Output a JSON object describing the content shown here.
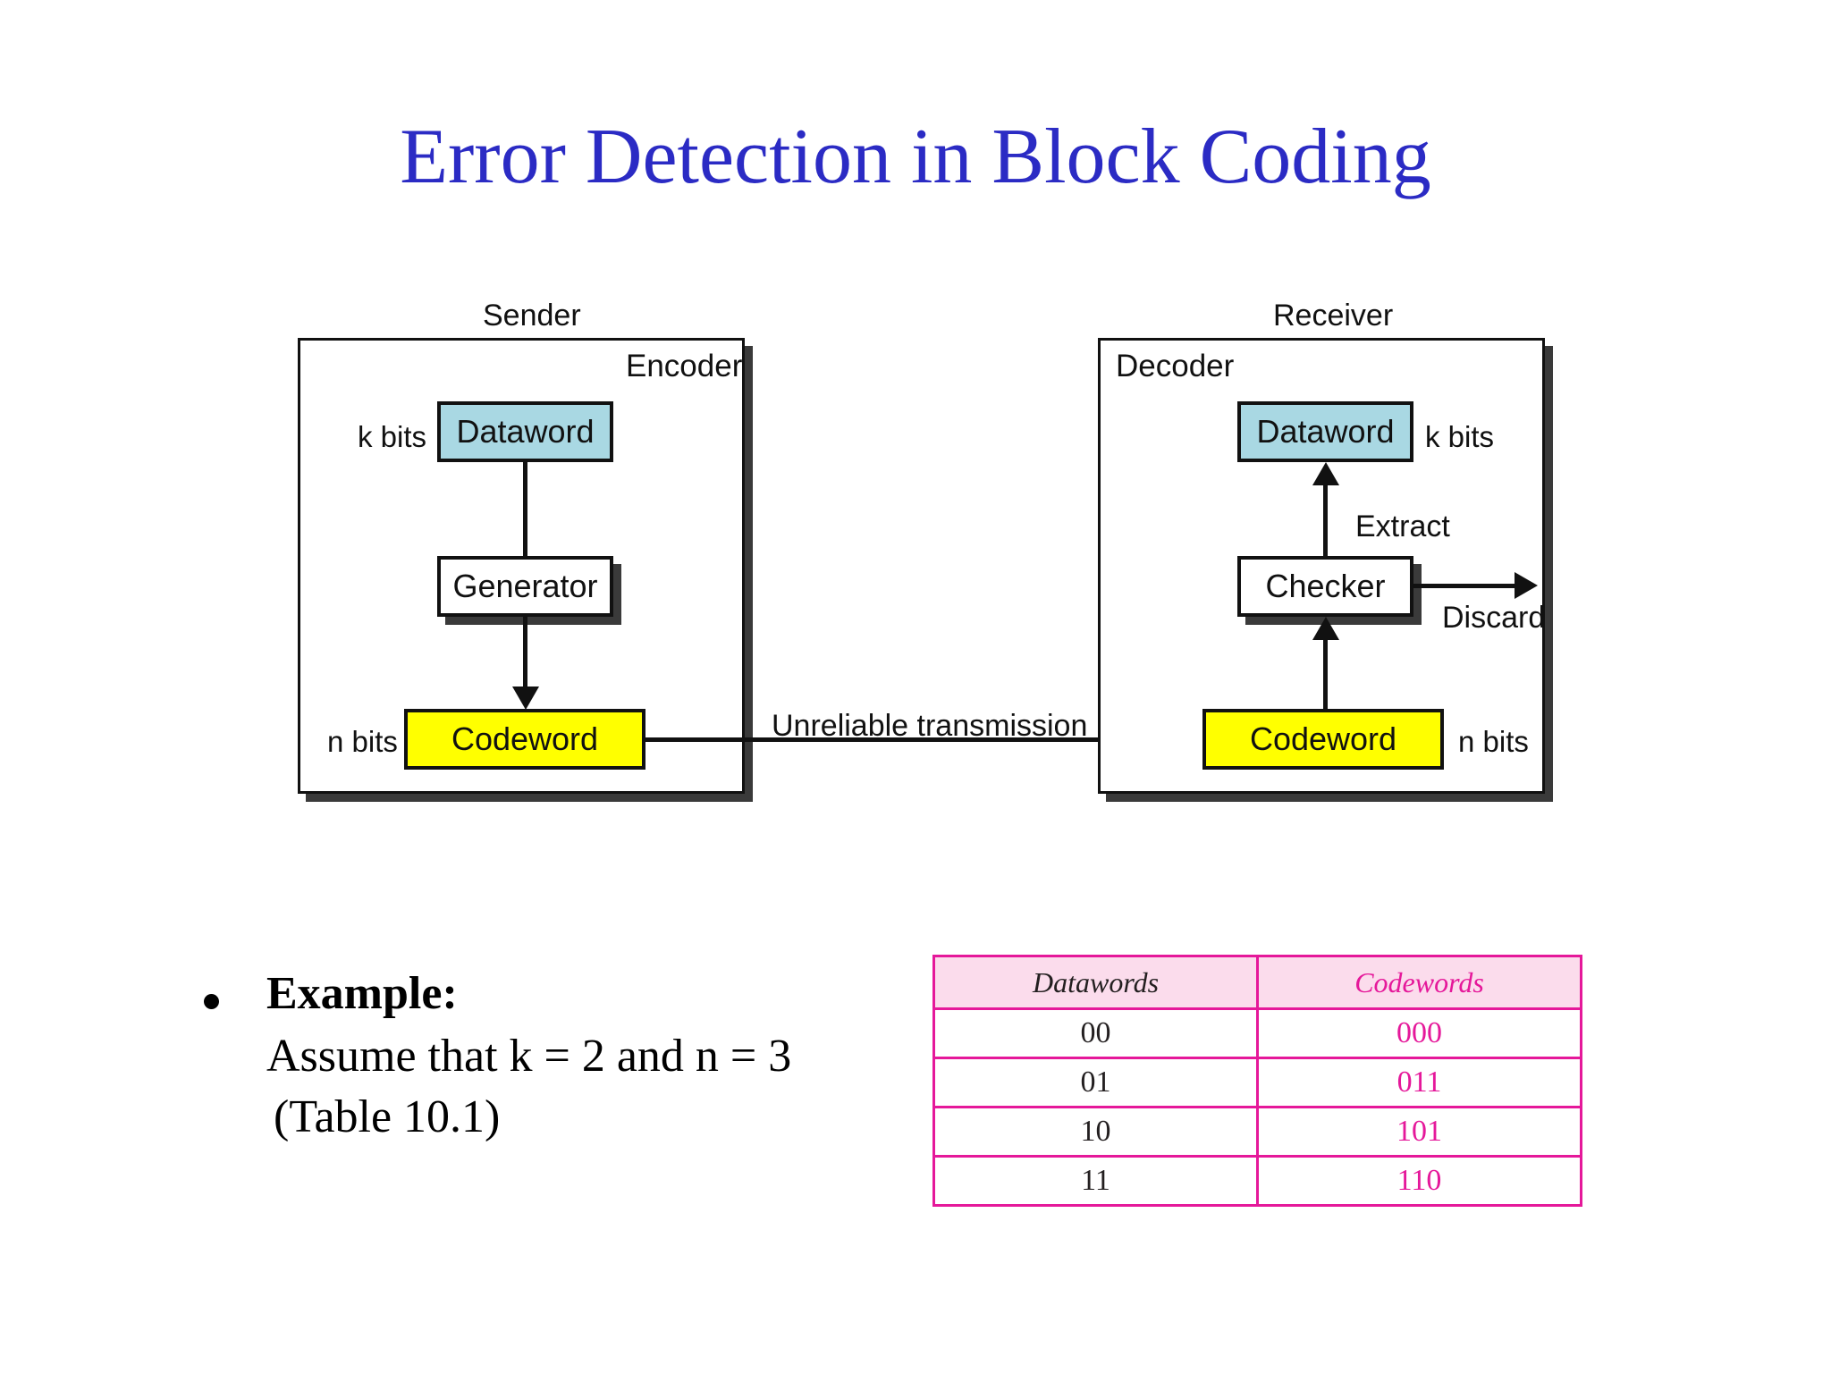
{
  "slide": {
    "title": "Error Detection in Block Coding"
  },
  "diagram": {
    "sender": {
      "caption": "Sender",
      "inner_label": "Encoder",
      "dataword_label": "Dataword",
      "dataword_bits": "k bits",
      "generator_label": "Generator",
      "codeword_label": "Codeword",
      "codeword_bits": "n bits"
    },
    "channel": {
      "label": "Unreliable transmission"
    },
    "receiver": {
      "caption": "Receiver",
      "inner_label": "Decoder",
      "dataword_label": "Dataword",
      "dataword_bits": "k bits",
      "extract_label": "Extract",
      "checker_label": "Checker",
      "discard_label": "Discard",
      "codeword_label": "Codeword",
      "codeword_bits": "n bits"
    }
  },
  "example": {
    "heading": "Example:",
    "line1": "Assume that k = 2 and n = 3",
    "line2": "(Table 10.1)"
  },
  "table": {
    "headers": [
      "Datawords",
      "Codewords"
    ],
    "rows": [
      {
        "dataword": "00",
        "codeword": "000"
      },
      {
        "dataword": "01",
        "codeword": "011"
      },
      {
        "dataword": "10",
        "codeword": "101"
      },
      {
        "dataword": "11",
        "codeword": "110"
      }
    ]
  },
  "colors": {
    "title": "#2b2bc4",
    "dataword_fill": "#a9d8e3",
    "codeword_fill": "#ffff00",
    "table_border": "#e5189a",
    "table_header_fill": "#fbdcec",
    "table_pink_text": "#e5189a"
  }
}
